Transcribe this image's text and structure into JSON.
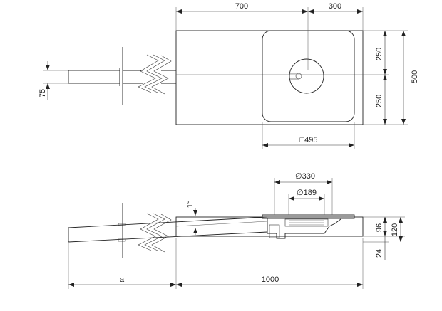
{
  "top_view": {
    "dimensions": {
      "length_main": "700",
      "length_outlet": "300",
      "half_width_top": "250",
      "half_width_bottom": "250",
      "total_width": "500",
      "pipe_diameter": "75",
      "grate_size": "□495"
    }
  },
  "section_view": {
    "dimensions": {
      "outer_ring_diameter": "∅330",
      "inner_ring_diameter": "∅189",
      "slope": "1°",
      "height_upper": "96",
      "height_total": "120",
      "base_thickness": "24",
      "variable_length": "a",
      "length_base": "1000"
    }
  }
}
